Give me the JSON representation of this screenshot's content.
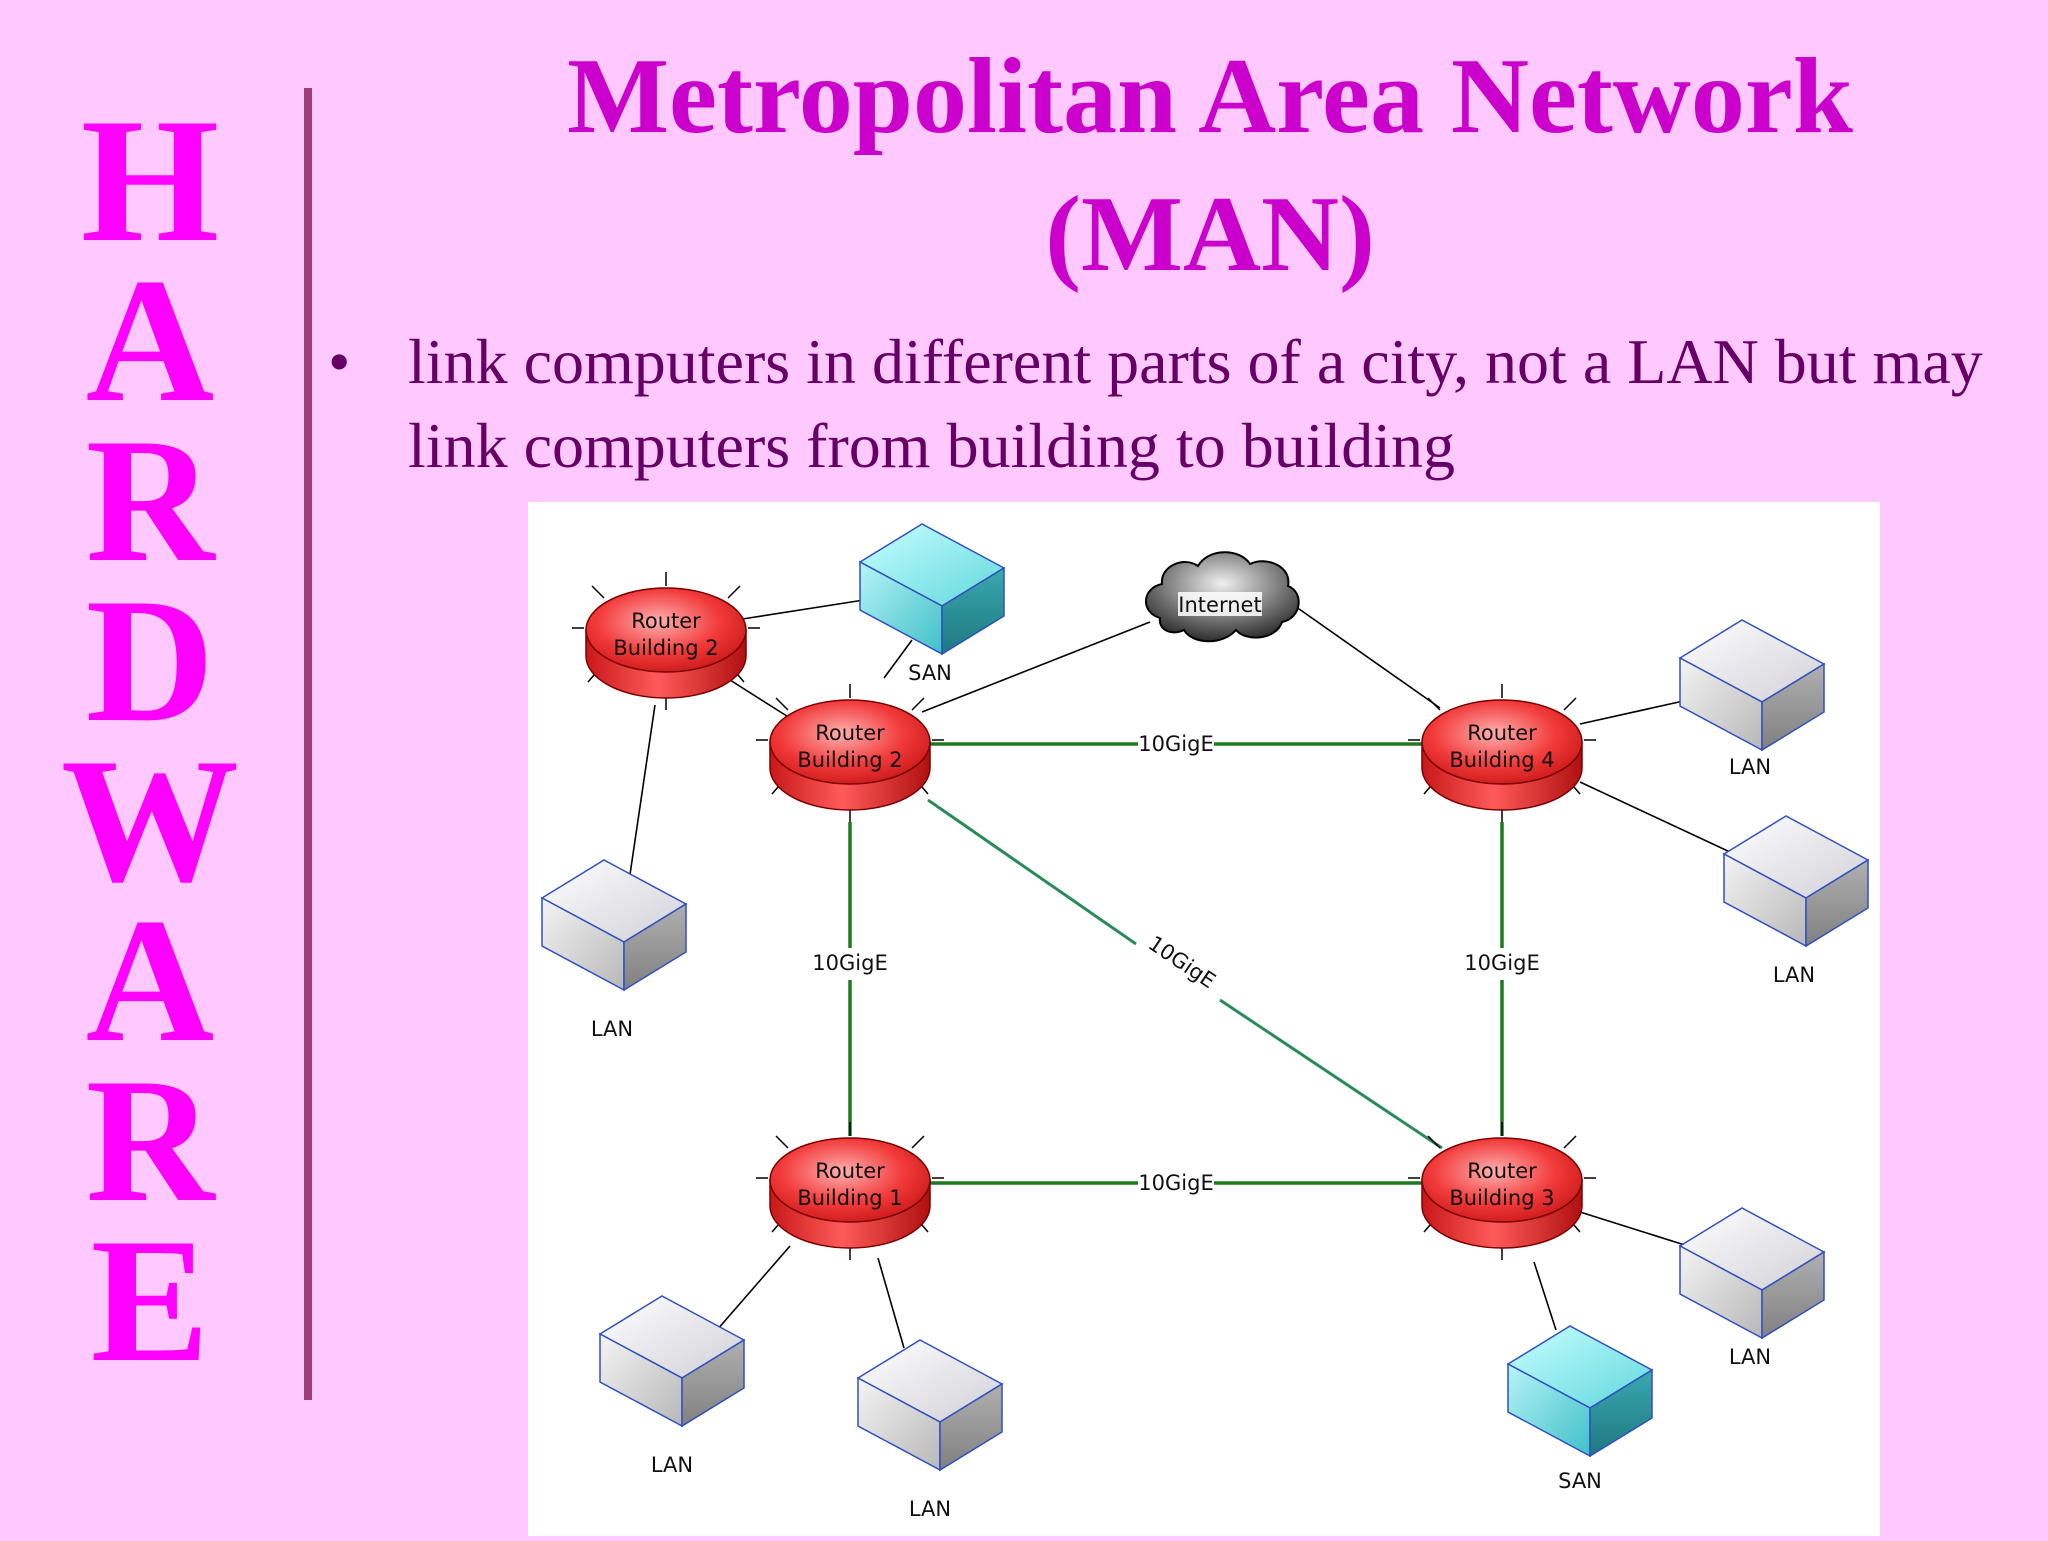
{
  "slide": {
    "side_word_letters": [
      "H",
      "A",
      "R",
      "D",
      "W",
      "A",
      "R",
      "E"
    ],
    "title_line1": "Metropolitan Area Network",
    "title_line2": "(MAN)",
    "bullet_text": "link computers in different parts of a city, not a LAN but may link computers from building to building"
  },
  "diagram": {
    "internet_label": "Internet",
    "routers": [
      {
        "id": "r2a",
        "line1": "Router",
        "line2": "Building 2"
      },
      {
        "id": "r2b",
        "line1": "Router",
        "line2": "Building 2"
      },
      {
        "id": "r4",
        "line1": "Router",
        "line2": "Building 4"
      },
      {
        "id": "r1",
        "line1": "Router",
        "line2": "Building 1"
      },
      {
        "id": "r3",
        "line1": "Router",
        "line2": "Building 3"
      }
    ],
    "link_labels": {
      "r2b_r4": "10GigE",
      "r2b_r1": "10GigE",
      "r2b_r3": "10GigE",
      "r4_r3": "10GigE",
      "r1_r3": "10GigE"
    },
    "nodes": {
      "san_top": "SAN",
      "lan_left": "LAN",
      "lan_r4_top": "LAN",
      "lan_r4_bottom": "LAN",
      "lan_r1_left": "LAN",
      "lan_r1_right": "LAN",
      "lan_r3": "LAN",
      "san_bottom": "SAN"
    },
    "colors": {
      "router_red": "#f23a3a",
      "link_green": "#1e7a1e",
      "san_cyan": "#40c8cc",
      "lan_gray": "#d8d8d8"
    }
  }
}
